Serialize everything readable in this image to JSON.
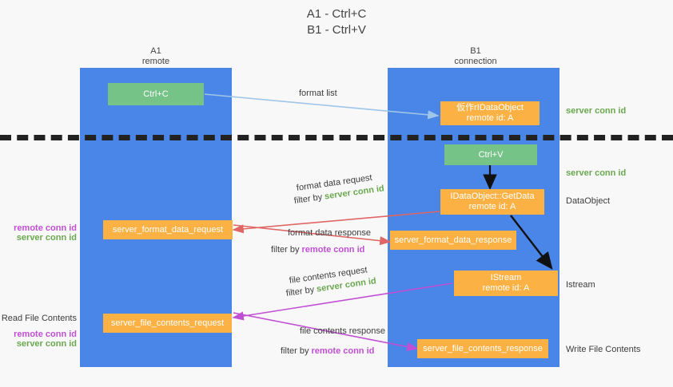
{
  "title": {
    "line1": "A1 - Ctrl+C",
    "line2": "B1 - Ctrl+V"
  },
  "columns": [
    {
      "id": "a1",
      "name": "A1",
      "sub": "remote"
    },
    {
      "id": "b1",
      "name": "B1",
      "sub": "connection"
    }
  ],
  "boxes": {
    "ctrl_c": {
      "line1": "Ctrl+C",
      "line2": ""
    },
    "ctrl_v": {
      "line1": "Ctrl+V",
      "line2": ""
    },
    "idataobject_top": {
      "line1": "仮作rIDataObject",
      "line2": "remote id: A"
    },
    "getdata": {
      "line1": "IDataObject::GetData",
      "line2": "remote id: A"
    },
    "istream": {
      "line1": "IStream",
      "line2": "remote id: A"
    },
    "server_format_data_request": {
      "line1": "server_format_data_request",
      "line2": ""
    },
    "server_format_data_response": {
      "line1": "server_format_data_response",
      "line2": ""
    },
    "server_file_contents_request": {
      "line1": "server_file_contents_request",
      "line2": ""
    },
    "server_file_contents_response": {
      "line1": "server_file_contents_response",
      "line2": ""
    }
  },
  "edge_labels": {
    "format_list": "format list",
    "format_data_request": "format data request",
    "format_data_request_filter_prefix": "filter by ",
    "format_data_request_filter_key": "server conn id",
    "format_data_response": "format data response",
    "format_data_response_filter_prefix": "filter by ",
    "format_data_response_filter_key": "remote conn id",
    "file_contents_request": "file contents request",
    "file_contents_request_filter_prefix": "filter by ",
    "file_contents_request_filter_key": "server conn id",
    "file_contents_response": "file contents response",
    "file_contents_response_filter_prefix": "filter by ",
    "file_contents_response_filter_key": "remote conn id"
  },
  "right_annotations": {
    "server_conn_id_top": "server conn id",
    "server_conn_id_second": "server conn id",
    "dataobject": "DataObject",
    "istream": "Istream",
    "write_file_contents": "Write File Contents"
  },
  "left_annotations": {
    "remote_conn_id_upper": "remote conn id",
    "server_conn_id_upper": "server conn id",
    "read_file_contents": "Read File Contents",
    "remote_conn_id_lower": "remote conn id",
    "server_conn_id_lower": "server conn id"
  },
  "colors": {
    "column": "#4a86e8",
    "green_box": "#76c388",
    "orange_box": "#fbb143",
    "green_text": "#6aa84f",
    "purple_text": "#c14fd4",
    "arrow_blue": "#9fc5e8",
    "arrow_red": "#e06666",
    "arrow_magenta": "#c14fd4",
    "arrow_black": "#111111",
    "background": "#f8f8f8"
  }
}
